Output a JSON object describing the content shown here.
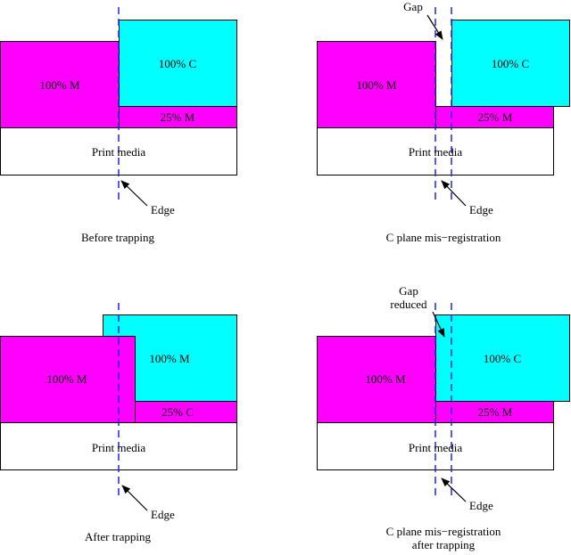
{
  "colors": {
    "magenta": "#ff00ff",
    "cyan": "#00ffff",
    "media": "#ffffff",
    "stroke": "#000000",
    "dash": "#2222ee"
  },
  "panels": {
    "before": {
      "caption": "Before trapping",
      "magenta_label": "100% M",
      "cyan_label": "100% C",
      "strip_label": "25% M",
      "media_label": "Print media",
      "edge_label": "Edge"
    },
    "misreg": {
      "caption": "C plane mis−registration",
      "gap_label": "Gap",
      "magenta_label": "100% M",
      "cyan_label": "100% C",
      "strip_label": "25% M",
      "media_label": "Print media",
      "edge_label": "Edge"
    },
    "after": {
      "caption": "After trapping",
      "magenta_label": "100% M",
      "cyan_label": "100% M",
      "strip_label": "25% C",
      "media_label": "Print media",
      "edge_label": "Edge"
    },
    "misreg_after": {
      "caption_line1": "C plane mis−registration",
      "caption_line2": "after trapping",
      "gap_label_line1": "Gap",
      "gap_label_line2": "reduced",
      "magenta_label": "100% M",
      "cyan_label": "100% C",
      "strip_label": "25% M",
      "media_label": "Print media",
      "edge_label": "Edge"
    }
  }
}
